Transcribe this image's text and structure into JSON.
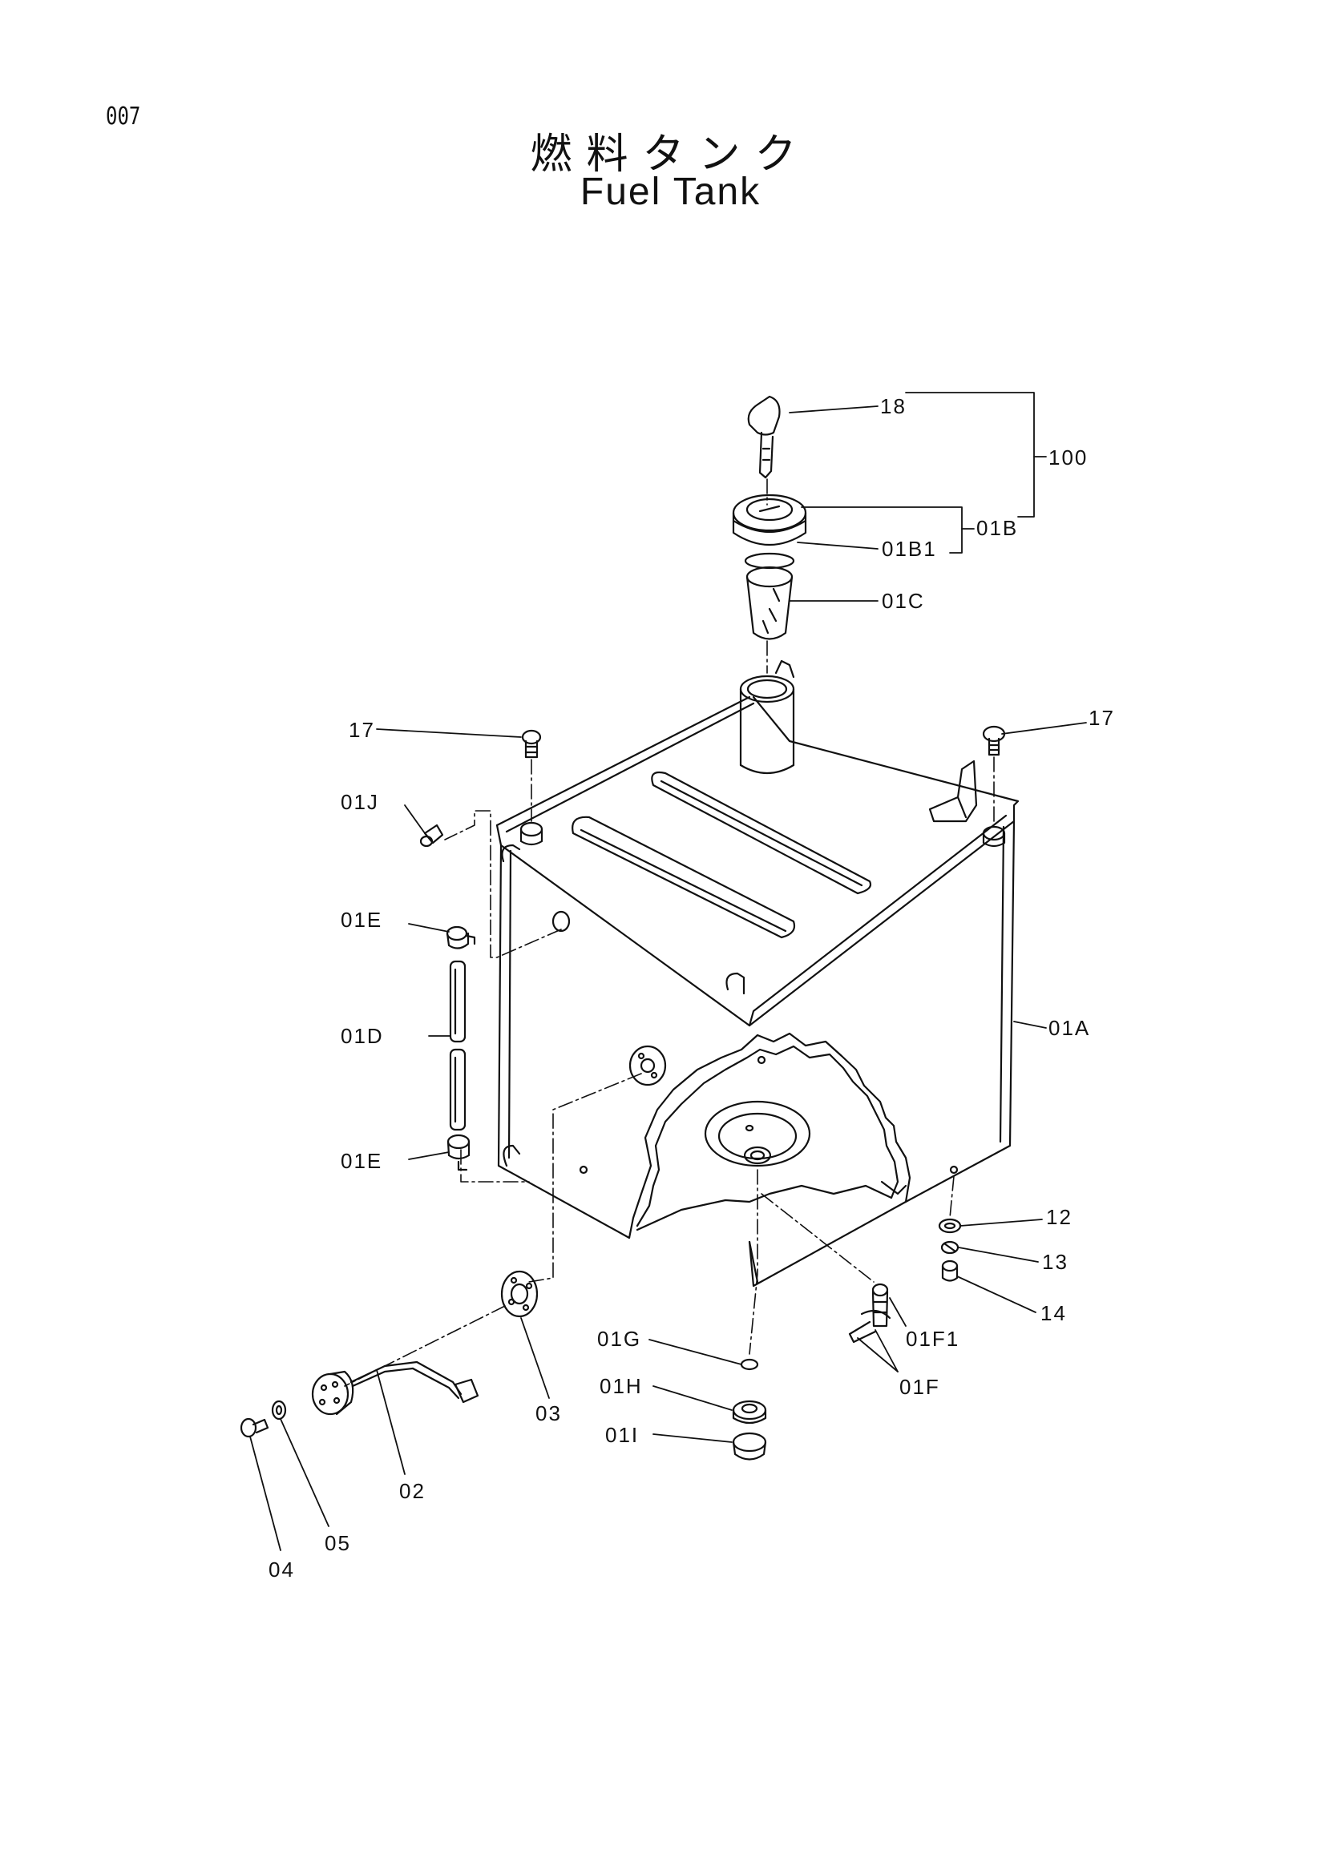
{
  "header": {
    "page_number": "007",
    "title_jp": "燃料タンク",
    "title_en": "Fuel Tank"
  },
  "labels": {
    "l18": "18",
    "l100": "100",
    "l01B": "01B",
    "l01B1": "01B1",
    "l01C": "01C",
    "l17a": "17",
    "l17b": "17",
    "l01J": "01J",
    "l01E_top": "01E",
    "l01D": "01D",
    "l01E_bottom": "01E",
    "l01A": "01A",
    "l12": "12",
    "l13": "13",
    "l14": "14",
    "l01F1": "01F1",
    "l01F": "01F",
    "l01G": "01G",
    "l01H": "01H",
    "l01I": "01I",
    "l03": "03",
    "l02": "02",
    "l05": "05",
    "l04": "04"
  }
}
